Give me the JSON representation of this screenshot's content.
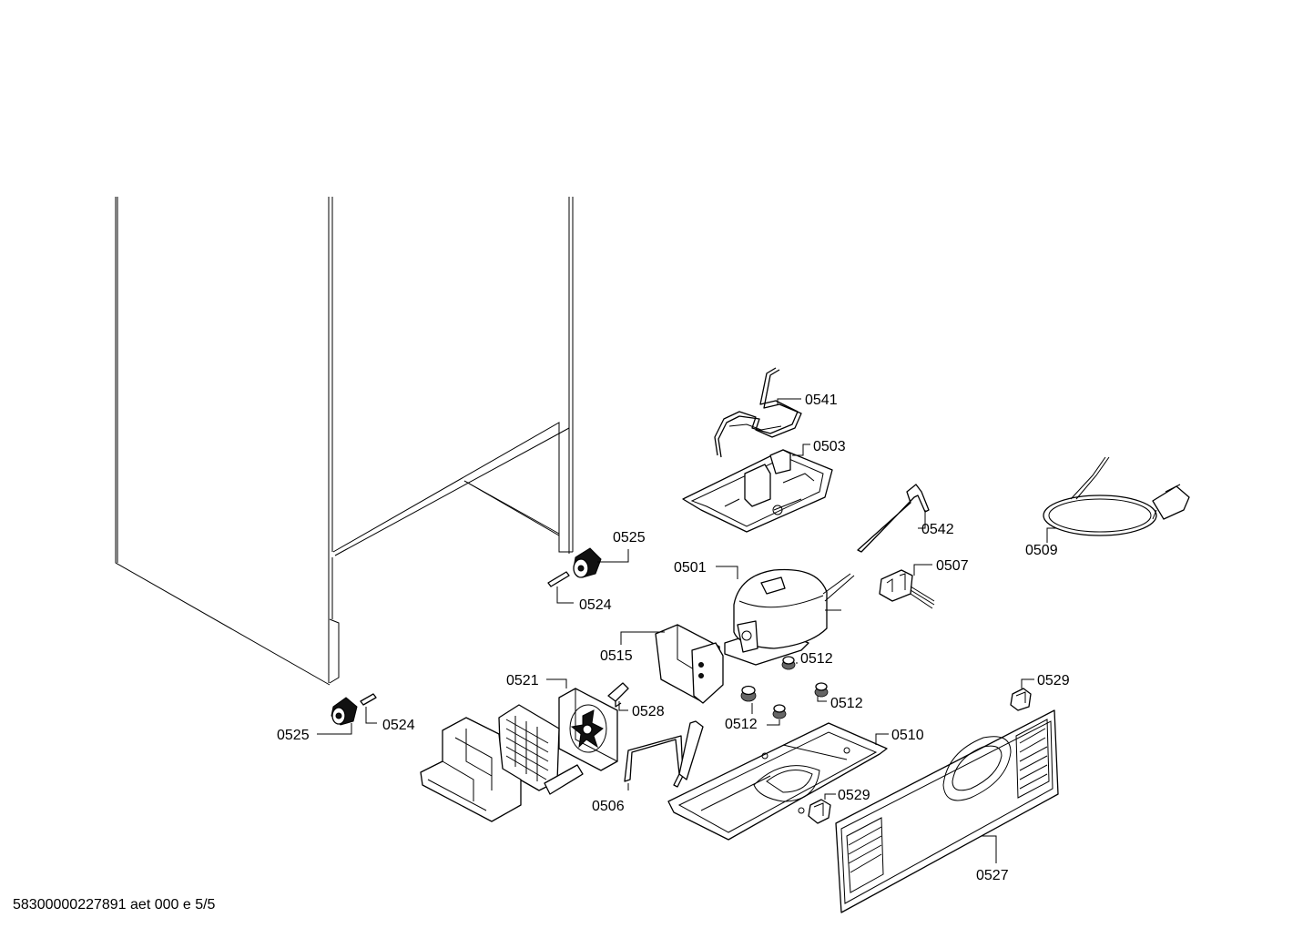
{
  "footer": {
    "doc_id": "58300000227891 aet 000 e 5/5"
  },
  "labels": {
    "p0541": "0541",
    "p0503": "0503",
    "p0542": "0542",
    "p0509": "0509",
    "p0525a": "0525",
    "p0524a": "0524",
    "p0501": "0501",
    "p0507": "0507",
    "p0515": "0515",
    "p0512a": "0512",
    "p0521": "0521",
    "p0528": "0528",
    "p0512b": "0512",
    "p0512c": "0512",
    "p0529a": "0529",
    "p0525b": "0525",
    "p0524b": "0524",
    "p0510": "0510",
    "p0506": "0506",
    "p0529b": "0529",
    "p0527": "0527"
  }
}
